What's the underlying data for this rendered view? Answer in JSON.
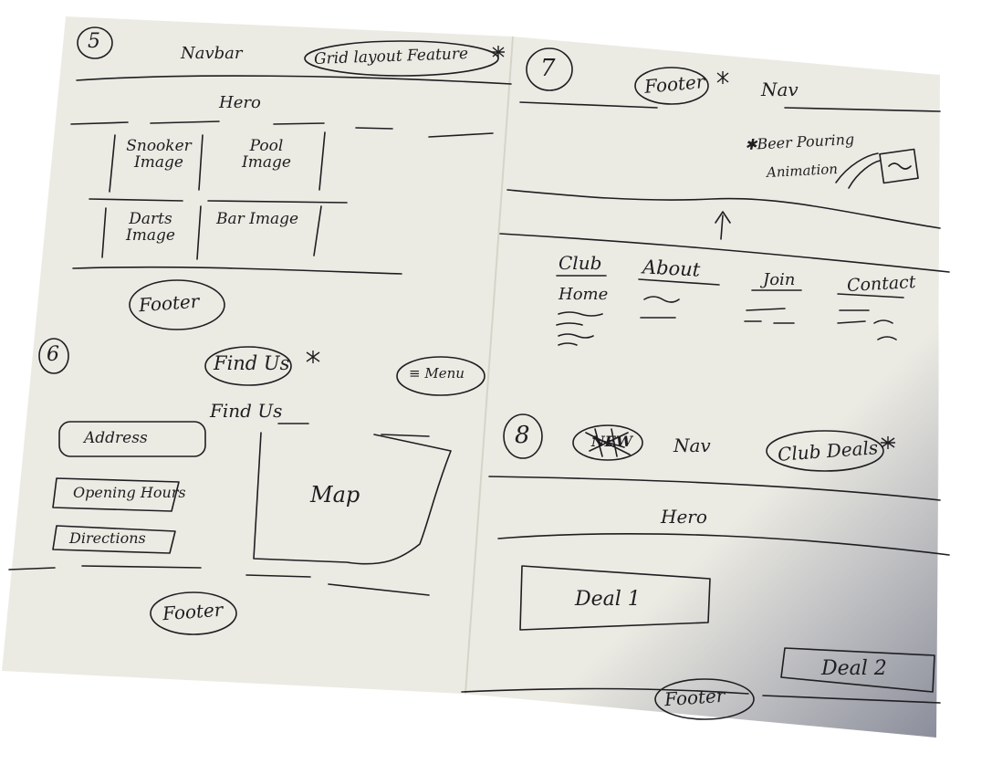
{
  "colors": {
    "paper": "#ecebe3",
    "ink": "#1e1e22",
    "shadow": "#3a4060"
  },
  "sheets": [
    {
      "number": "5",
      "nav": "Navbar",
      "pill": "Grid layout Feature",
      "hero": "Hero",
      "grid": [
        "Snooker Image",
        "Pool Image",
        "Darts Image",
        "Bar Image"
      ],
      "footer": "Footer"
    },
    {
      "number": "6",
      "pill": "Find Us",
      "menu": "≡ Menu",
      "heading": "Find Us",
      "fields": [
        "Address",
        "Opening Hours",
        "Directions"
      ],
      "map": "Map",
      "footer": "Footer"
    },
    {
      "number": "7",
      "pill": "Footer",
      "nav": "Nav",
      "note_line1": "✱Beer Pouring",
      "note_line2": "Animation",
      "arrow": "↑",
      "columns": [
        {
          "title": "Club",
          "sub": "Home"
        },
        {
          "title": "About",
          "sub": ""
        },
        {
          "title": "Join",
          "sub": ""
        },
        {
          "title": "Contact",
          "sub": ""
        }
      ]
    },
    {
      "number": "8",
      "crossed": "NEW",
      "nav": "Nav",
      "pill": "Club Deals",
      "hero": "Hero",
      "deals": [
        "Deal 1",
        "Deal 2"
      ],
      "footer": "Footer"
    }
  ]
}
